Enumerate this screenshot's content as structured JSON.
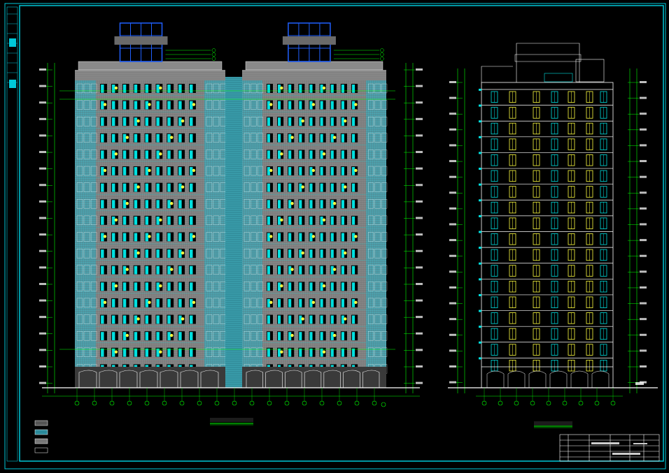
{
  "drawing": {
    "type": "architectural-elevation-sheet",
    "background": "#000000",
    "colors": {
      "frame": "#00c8d8",
      "dimension": "#00ff00",
      "wall": "#8a8a8a",
      "wall_pattern": "#5a5a5a",
      "window": "#00e0e0",
      "window_alt": "#ffff40",
      "roof_frame": "#2060ff",
      "balcony": "#40b0c0",
      "text": "#ffffff",
      "title_underline": "#00ff00"
    },
    "views": [
      {
        "id": "front-elevation",
        "floors": 18,
        "title": ""
      },
      {
        "id": "side-elevation",
        "floors": 18,
        "title": ""
      }
    ],
    "legend_swatches": 4,
    "icons": [
      "grid-axis-bubble-icon",
      "level-marker-icon",
      "section-arrow-icon"
    ]
  }
}
